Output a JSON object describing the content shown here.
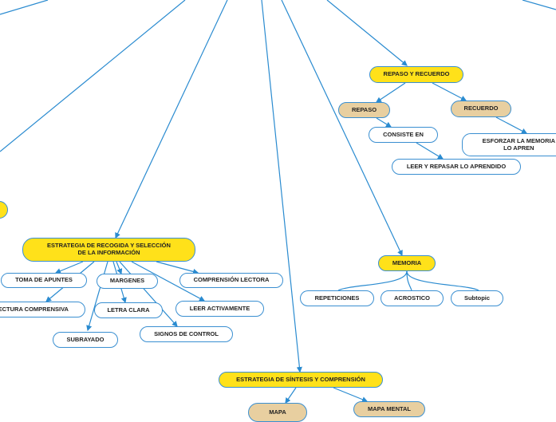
{
  "nodes": {
    "repaso_y_recuerdo": "REPASO Y RECUERDO",
    "repaso": "REPASO",
    "recuerdo": "RECUERDO",
    "consiste_en": "CONSISTE EN",
    "esforzar_memoria": "ESFORZAR LA MEMORIA\nLO APREN",
    "leer_y_repasar": "LEER Y REPASAR LO APRENDIDO",
    "memoria": "MEMORIA",
    "repeticiones": "REPETICIONES",
    "acrostico": "ACROSTICO",
    "subtopic": "Subtopic",
    "estrategia_recogida": "ESTRATEGIA DE RECOGIDA Y SELECCIÓN\nDE LA INFORMACIÓN",
    "toma_de_apuntes": "TOMA DE APUNTES",
    "margenes": "MARGENES",
    "comprension_lectora": "COMPRENSIÓN LECTORA",
    "lectura_comprensiva": "LECTURA COMPRENSIVA",
    "letra_clara": "LETRA CLARA",
    "leer_activamente": "LEER ACTIVAMENTE",
    "subrayado": "SUBRAYADO",
    "signos_de_control": "SIGNOS DE CONTROL",
    "estrategia_sintesis": "ESTRATEGIA DE SÍNTESIS Y COMPRENSIÓN",
    "mapa": "MAPA",
    "mapa_mental": "MAPA MENTAL"
  }
}
